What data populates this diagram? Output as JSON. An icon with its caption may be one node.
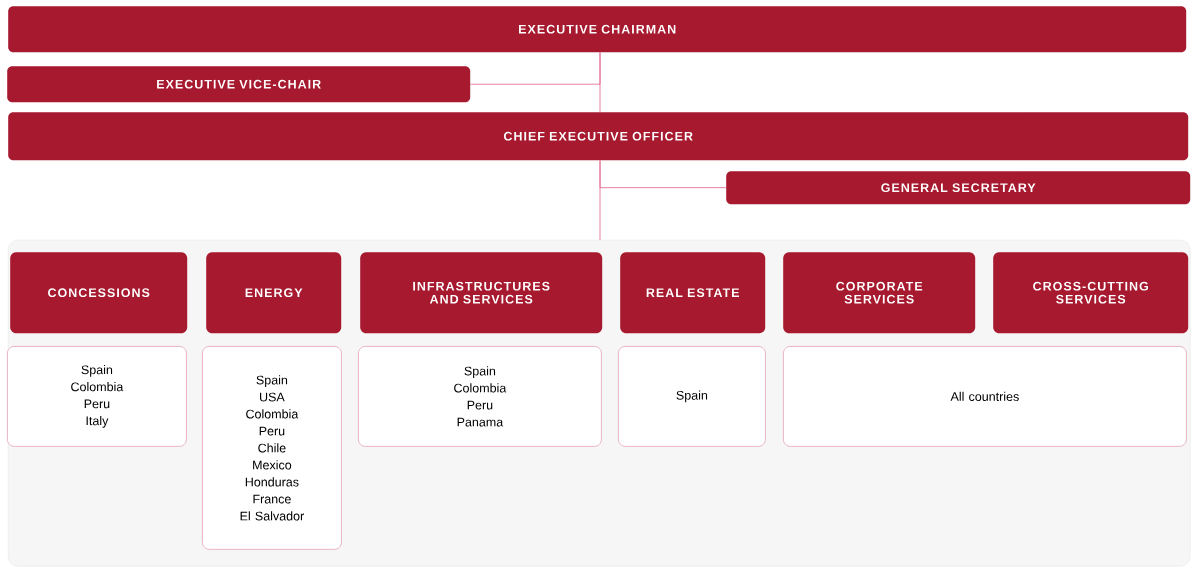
{
  "diagram": {
    "nodes": [
      {
        "text": [
          "EXECUTIVE CHAIRMAN"
        ]
      },
      {
        "text": [
          "EXECUTIVE VICE-CHAIR"
        ]
      },
      {
        "text": [
          "CHIEF EXECUTIVE OFFICER"
        ]
      },
      {
        "text": [
          "GENERAL SECRETARY"
        ]
      },
      {
        "text": [],
        "shape": "box"
      },
      {
        "text": [
          "CONCESSIONS"
        ],
        "in": 4
      },
      {
        "text": [
          "ENERGY"
        ],
        "in": 4
      },
      {
        "text": [
          "INFRASTRUCTURES AND SERVICES"
        ],
        "in": 4
      },
      {
        "text": [
          "REAL ESTATE"
        ],
        "in": 4
      },
      {
        "text": [
          "CORPORATE SERVICES"
        ],
        "in": 4
      },
      {
        "text": [
          "CROSS-CUTTING SERVICES"
        ],
        "in": 4
      },
      {
        "text": [
          "Spain",
          "Colombia",
          "Peru",
          "Italy"
        ],
        "in": 4
      },
      {
        "text": [
          "Spain",
          "USA",
          "Colombia",
          "Peru",
          "Chile",
          "Mexico",
          "Honduras",
          "France",
          "El Salvador"
        ],
        "in": 4
      },
      {
        "text": [
          "Spain",
          "Colombia",
          "Peru",
          "Panama"
        ],
        "in": 4
      },
      {
        "text": [
          "Spain"
        ],
        "in": 4
      },
      {
        "text": [
          "All countries"
        ],
        "in": 4
      }
    ],
    "edges": [
      {
        "from": 0,
        "to": 2,
        "arrow": "none"
      },
      {
        "from": 0,
        "to": 1,
        "arrow": "none"
      },
      {
        "from": 2,
        "to": 3,
        "arrow": "none"
      },
      {
        "from": 2,
        "to": 4,
        "arrow": "none"
      }
    ]
  }
}
